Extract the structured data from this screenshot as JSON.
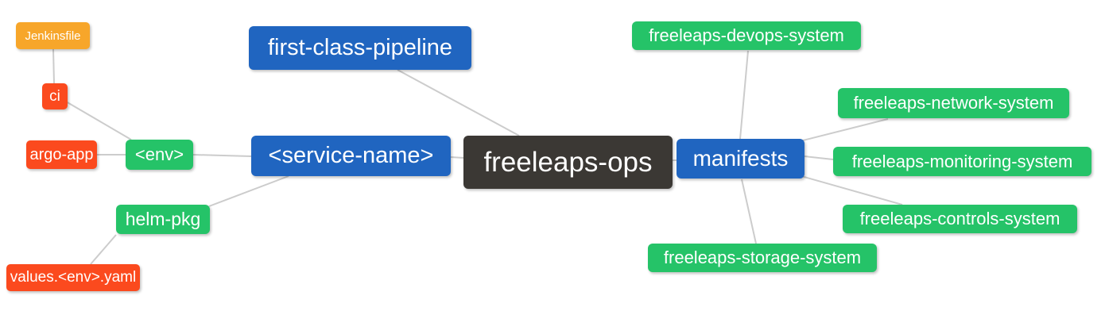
{
  "diagram": {
    "type": "mindmap",
    "background_color": "#ffffff",
    "edge_color": "#cccccc",
    "colors": {
      "root": "#3b3834",
      "branch_blue": "#2065c0",
      "leaf_green": "#25c368",
      "leaf_red": "#fb4a1e",
      "leaf_orange": "#f7a62a",
      "text": "#ffffff"
    }
  },
  "nodes": {
    "root": {
      "label": "freeleaps-ops"
    },
    "fcp": {
      "label": "first-class-pipeline"
    },
    "service": {
      "label": "<service-name>"
    },
    "env": {
      "label": "<env>"
    },
    "ci": {
      "label": "ci"
    },
    "jenkinsfile": {
      "label": "Jenkinsfile"
    },
    "argoapp": {
      "label": "argo-app"
    },
    "helmpkg": {
      "label": "helm-pkg"
    },
    "values": {
      "label": "values.<env>.yaml"
    },
    "manifests": {
      "label": "manifests"
    },
    "devops": {
      "label": "freeleaps-devops-system"
    },
    "network": {
      "label": "freeleaps-network-system"
    },
    "monitoring": {
      "label": "freeleaps-monitoring-system"
    },
    "controls": {
      "label": "freeleaps-controls-system"
    },
    "storage": {
      "label": "freeleaps-storage-system"
    }
  },
  "connections": [
    {
      "from": "Jenkinsfile",
      "to": "ci"
    },
    {
      "from": "ci",
      "to": "<env>"
    },
    {
      "from": "argo-app",
      "to": "<env>"
    },
    {
      "from": "<env>",
      "to": "<service-name>"
    },
    {
      "from": "helm-pkg",
      "to": "<service-name>"
    },
    {
      "from": "values.<env>.yaml",
      "to": "helm-pkg"
    },
    {
      "from": "first-class-pipeline",
      "to": "freeleaps-ops"
    },
    {
      "from": "<service-name>",
      "to": "freeleaps-ops"
    },
    {
      "from": "manifests",
      "to": "freeleaps-ops"
    },
    {
      "from": "freeleaps-devops-system",
      "to": "manifests"
    },
    {
      "from": "freeleaps-network-system",
      "to": "manifests"
    },
    {
      "from": "freeleaps-monitoring-system",
      "to": "manifests"
    },
    {
      "from": "freeleaps-controls-system",
      "to": "manifests"
    },
    {
      "from": "freeleaps-storage-system",
      "to": "manifests"
    }
  ]
}
